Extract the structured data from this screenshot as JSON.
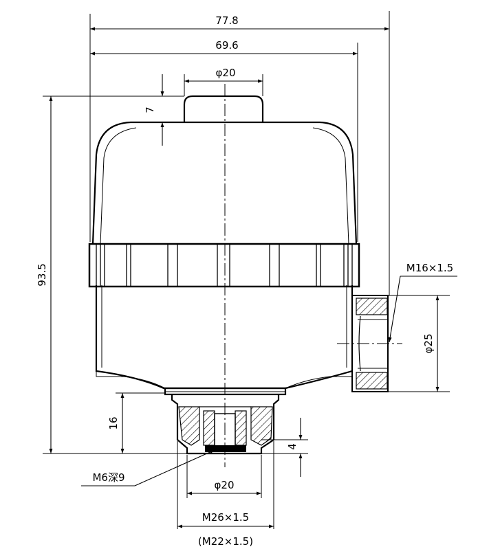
{
  "dimensions": {
    "overall_width": "77.8",
    "body_width": "69.6",
    "top_boss_diameter": "φ20",
    "top_boss_height": "7",
    "overall_height": "93.5",
    "side_thread": "M16×1.5",
    "side_port_diameter": "φ25",
    "bottom_fitting_height": "16",
    "bottom_recess_depth": "4",
    "center_hole": "M6深9",
    "bottom_diameter": "φ20",
    "bottom_thread": "M26×1.5",
    "bottom_thread_alt": "(M22×1.5)"
  },
  "colors": {
    "line": "#000000",
    "background": "#ffffff"
  }
}
